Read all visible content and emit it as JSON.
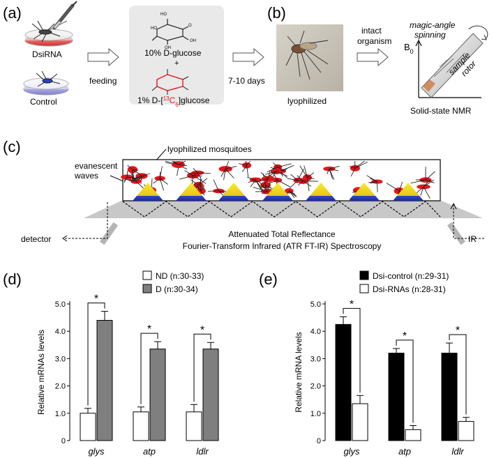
{
  "panels": {
    "a": {
      "label": "(a)",
      "dsirna": "DsiRNA",
      "control": "Control",
      "feeding": "feeding",
      "glucose_line": "10% D-glucose",
      "plus": "+",
      "labeled_prefix": "1% D-[",
      "labeled_iso": "13",
      "labeled_c": "C",
      "labeled_sub": "6",
      "labeled_suffix": "]glucose",
      "days": "7-10 days"
    },
    "b": {
      "label": "(b)",
      "lyophilized": "lyophilized",
      "intact1": "intact",
      "intact2": "organism",
      "magic1": "magic-angle",
      "magic2": "spinning",
      "b0": "B",
      "b0_sub": "0",
      "sample": "sample",
      "rotor": "rotor",
      "nmr": "Solid-state NMR"
    },
    "c": {
      "label": "(c)",
      "mosquitoes": "lyophilized mosquitoes",
      "evan1": "evanescent",
      "evan2": "waves",
      "detector": "detector",
      "ir": "IR",
      "title1": "Attenuated Total Reflectance",
      "title2": "Fourier-Transform Infrared (ATR FT-IR) Spectroscopy"
    }
  },
  "colors": {
    "mosquito_red": "#e8141b",
    "ir_yellow": "#f2e31a",
    "ir_blue": "#2d3fc4",
    "dish_red": "#e24a4a",
    "dish_blue": "#8f8fd8",
    "bar_gray": "#7f7f7f",
    "bar_black": "#000000",
    "crystal_gray": "#c8c8c8",
    "panel_bg": "#e9e9e9"
  },
  "chart_data": [
    {
      "type": "bar",
      "panel_label": "(d)",
      "ylabel": "Relative mRNAs levels",
      "ylim": [
        0,
        5.0
      ],
      "yticks": [
        "0",
        "1.0",
        "2.0",
        "3.0",
        "4.0",
        "5.0"
      ],
      "categories": [
        "glys",
        "atp",
        "ldlr"
      ],
      "series": [
        {
          "name": "ND (n:30-33)",
          "values": [
            1.0,
            1.05,
            1.05
          ],
          "errors": [
            0.18,
            0.18,
            0.27
          ],
          "fill": "#ffffff"
        },
        {
          "name": "D (n:30-34)",
          "values": [
            4.4,
            3.35,
            3.35
          ],
          "errors": [
            0.33,
            0.27,
            0.24
          ],
          "fill": "#7f7f7f"
        }
      ],
      "significance": [
        "*",
        "*",
        "*"
      ],
      "legend_position": "top-right"
    },
    {
      "type": "bar",
      "panel_label": "(e)",
      "ylabel": "Relative mRNA levels",
      "ylim": [
        0,
        5.0
      ],
      "yticks": [
        "0",
        "1.0",
        "2.0",
        "3.0",
        "4.0",
        "5.0"
      ],
      "categories": [
        "glys",
        "atp",
        "ldlr"
      ],
      "series": [
        {
          "name": "Dsi-control (n:29-31)",
          "values": [
            4.25,
            3.2,
            3.2
          ],
          "errors": [
            0.28,
            0.17,
            0.37
          ],
          "fill": "#000000"
        },
        {
          "name": "Dsi-RNAs (n:28-31)",
          "values": [
            1.35,
            0.4,
            0.7
          ],
          "errors": [
            0.3,
            0.15,
            0.15
          ],
          "fill": "#ffffff"
        }
      ],
      "significance": [
        "*",
        "*",
        "*"
      ],
      "legend_position": "top-right"
    }
  ]
}
